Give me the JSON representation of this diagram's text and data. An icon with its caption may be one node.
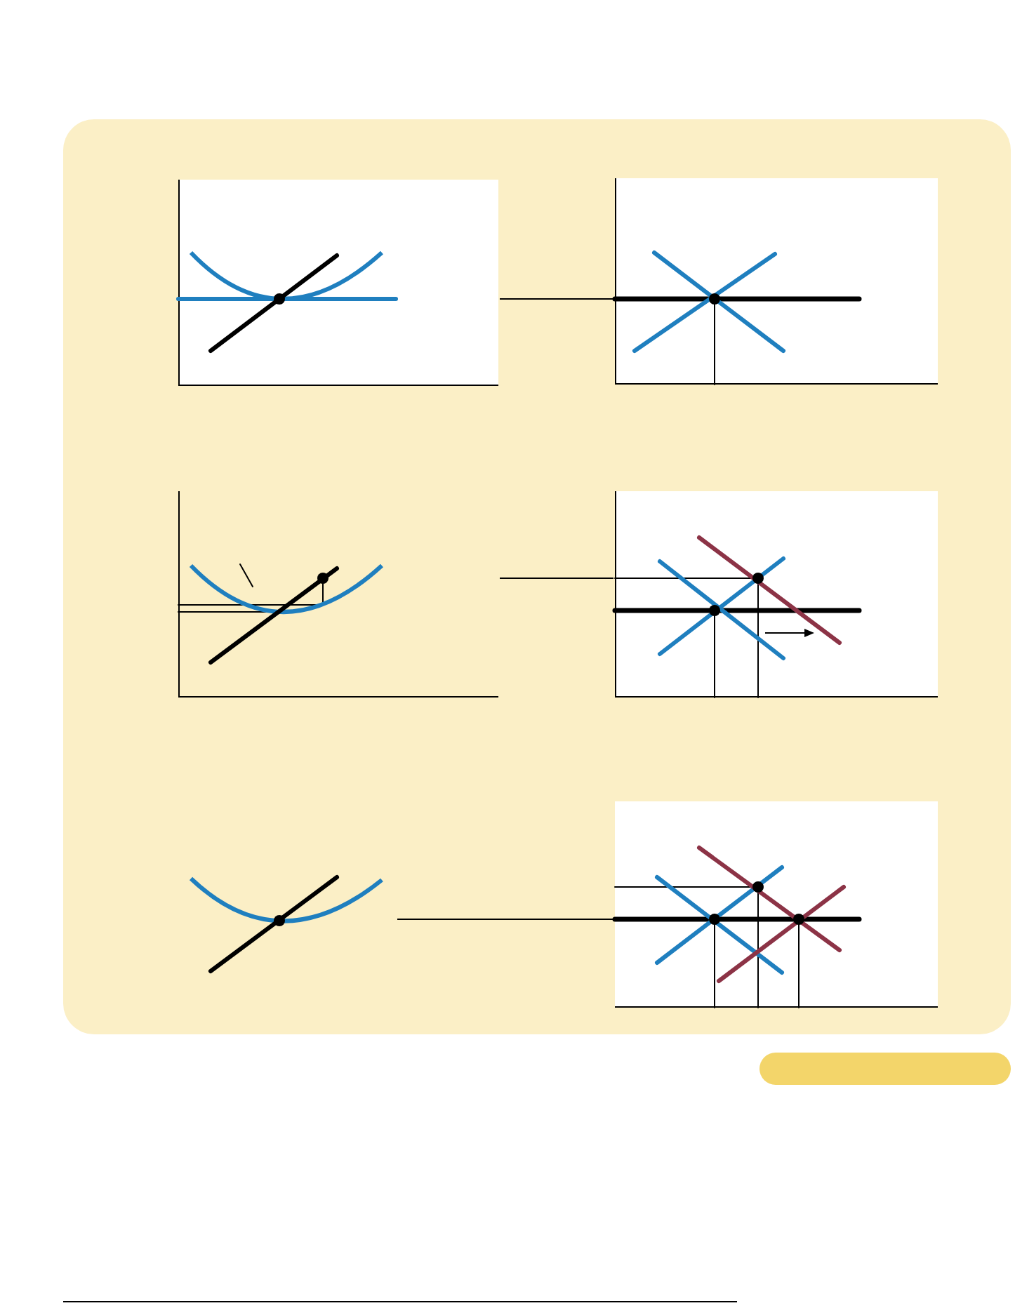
{
  "diagram": {
    "nodes": [
      {
        "text": [],
        "shape": "picture"
      },
      {
        "text": [],
        "shape": "picture"
      },
      {
        "text": [],
        "shape": "picture"
      },
      {
        "text": [],
        "shape": "picture"
      },
      {
        "text": [],
        "shape": "picture"
      },
      {
        "text": [],
        "shape": "picture"
      },
      {
        "text": [],
        "shape": "bar"
      }
    ],
    "edges": [
      {
        "from": 0,
        "to": 1,
        "arrow": "none"
      },
      {
        "from": 2,
        "to": 3,
        "arrow": "none"
      },
      {
        "from": 4,
        "to": 5,
        "arrow": "none"
      }
    ]
  }
}
